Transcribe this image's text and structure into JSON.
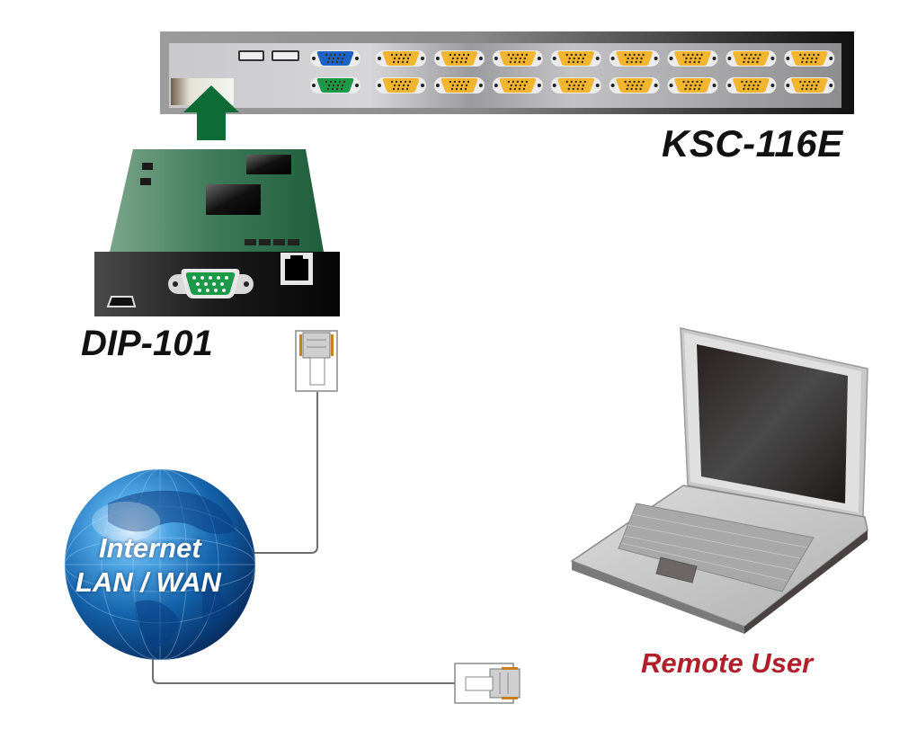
{
  "diagram": {
    "title": "DIP-101 remote access connection diagram",
    "nodes": [
      {
        "id": "switch",
        "label": "KSC-116E",
        "type": "kvm-switch",
        "ports": {
          "usb": 2,
          "console_vga": 2,
          "computer_vga_per_row": 8,
          "rows": 2
        }
      },
      {
        "id": "card",
        "label": "DIP-101",
        "type": "ip-module"
      },
      {
        "id": "network",
        "label_line1": "Internet",
        "label_line2": "LAN / WAN",
        "type": "globe"
      },
      {
        "id": "user",
        "label": "Remote User",
        "type": "laptop"
      }
    ],
    "edges": [
      {
        "from": "card",
        "to": "switch",
        "style": "arrow-up",
        "color": "#0d6b35"
      },
      {
        "from": "card",
        "to": "network",
        "style": "rj45-cable"
      },
      {
        "from": "network",
        "to": "user",
        "style": "rj45-cable"
      }
    ]
  },
  "labels": {
    "switch": "KSC-116E",
    "card": "DIP-101",
    "globe_line1": "Internet",
    "globe_line2": "LAN / WAN",
    "user": "Remote User"
  },
  "colors": {
    "arrow": "#0d6b35",
    "user_label": "#b0202a",
    "port_yellow": "#f2b530",
    "port_blue": "#1d63c6",
    "port_green": "#1c9a4a",
    "pcb_green": "#3f7a5a",
    "globe_blue": "#1466b0"
  }
}
